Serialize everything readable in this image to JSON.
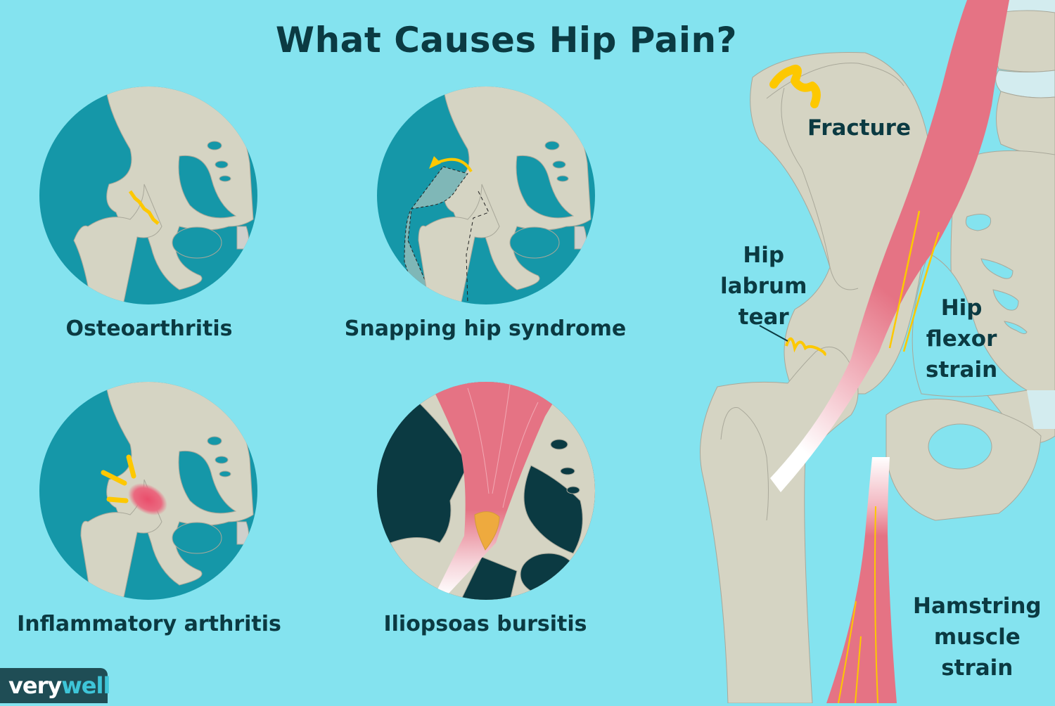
{
  "title": "What Causes Hip Pain?",
  "panels": [
    {
      "id": "osteoarthritis",
      "caption": "Osteoarthritis"
    },
    {
      "id": "snapping-hip",
      "caption": "Snapping hip syndrome"
    },
    {
      "id": "inflammatory-arthritis",
      "caption": "Inflammatory arthritis"
    },
    {
      "id": "iliopsoas-bursitis",
      "caption": "Iliopsoas bursitis"
    }
  ],
  "anatomy_labels": {
    "fracture": "Fracture",
    "labrum": [
      "Hip",
      "labrum",
      "tear"
    ],
    "flexor": [
      "Hip",
      "flexor",
      "strain"
    ],
    "hamstring": [
      "Hamstring",
      "muscle",
      "strain"
    ]
  },
  "logo": {
    "part1": "very",
    "part2": "well"
  },
  "colors": {
    "background": "#84e3ef",
    "circle_teal": "#1597a8",
    "bone": "#d5d4c3",
    "muscle": "#e57384",
    "highlight_yellow": "#fdc800",
    "text_dark": "#0b3a42",
    "bursa_orange": "#eeaa3e"
  }
}
